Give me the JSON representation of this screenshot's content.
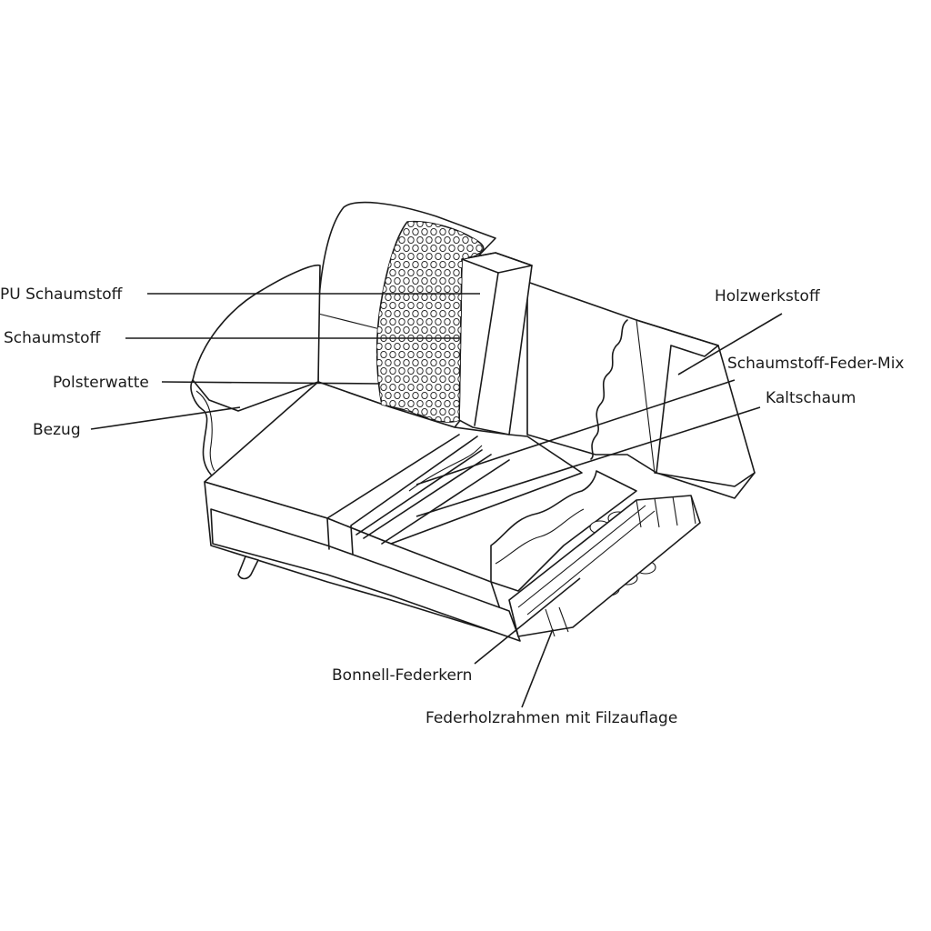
{
  "labels": {
    "pu_schaumstoff": "PU Schaumstoff",
    "schaumstoff": "Schaumstoff",
    "polsterwatte": "Polsterwatte",
    "bezug": "Bezug",
    "holzwerkstoff": "Holzwerkstoff",
    "schaumstoff_feder_mix": "Schaumstoff-Feder-Mix",
    "kaltschaum": "Kaltschaum",
    "bonnell_federkern": "Bonnell-Federkern",
    "federholzrahmen": "Federholzrahmen mit Filzauflage"
  },
  "colors": {
    "line": "#1a1a1a",
    "background": "#ffffff"
  }
}
